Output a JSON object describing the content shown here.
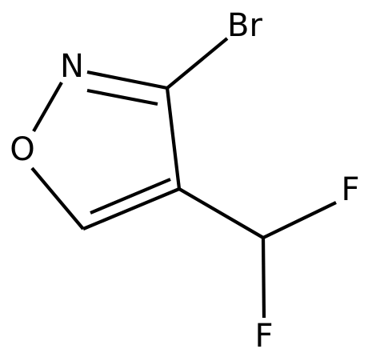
{
  "structure": {
    "atoms": {
      "N": "N",
      "O": "O",
      "Br": "Br",
      "F_top": "F",
      "F_bottom": "F"
    }
  }
}
